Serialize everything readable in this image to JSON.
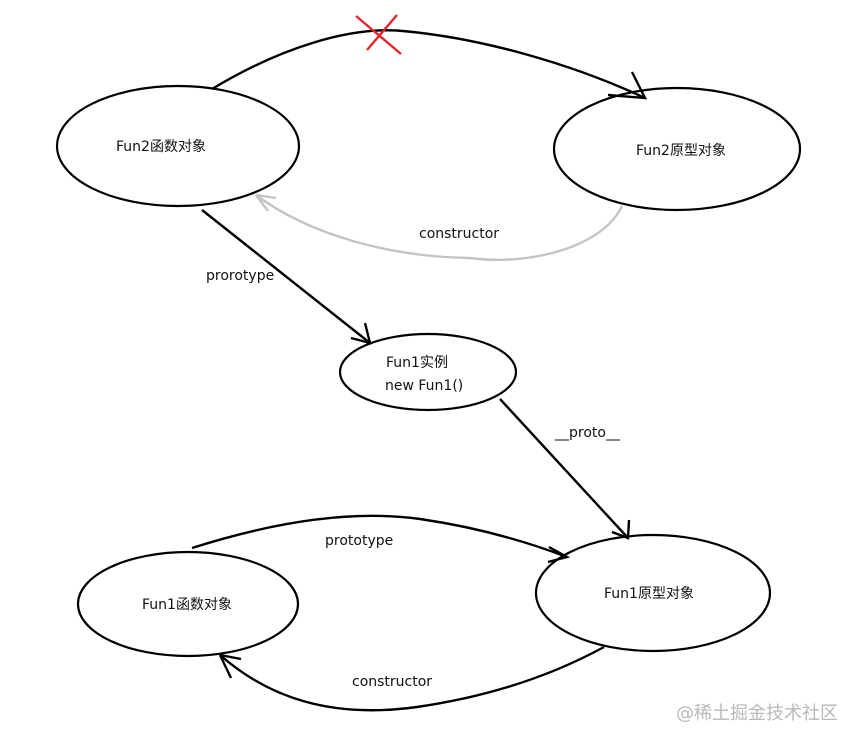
{
  "nodes": {
    "fun2_function": "Fun2函数对象",
    "fun2_prototype": "Fun2原型对象",
    "fun1_instance_line1": "Fun1实例",
    "fun1_instance_line2": "new Fun1()",
    "fun1_function": "Fun1函数对象",
    "fun1_prototype": "Fun1原型对象"
  },
  "edges": {
    "fun2_constructor": "constructor",
    "fun2_prototype_link": "prorotype",
    "instance_proto": "__proto__",
    "fun1_prototype_link": "prototype",
    "fun1_constructor": "constructor"
  },
  "watermark": "@稀土掘金技术社区",
  "colors": {
    "stroke": "#000000",
    "constructor_gray": "#c4c4c4",
    "cross_red": "#e0262b",
    "watermark": "#b9b9b9"
  }
}
